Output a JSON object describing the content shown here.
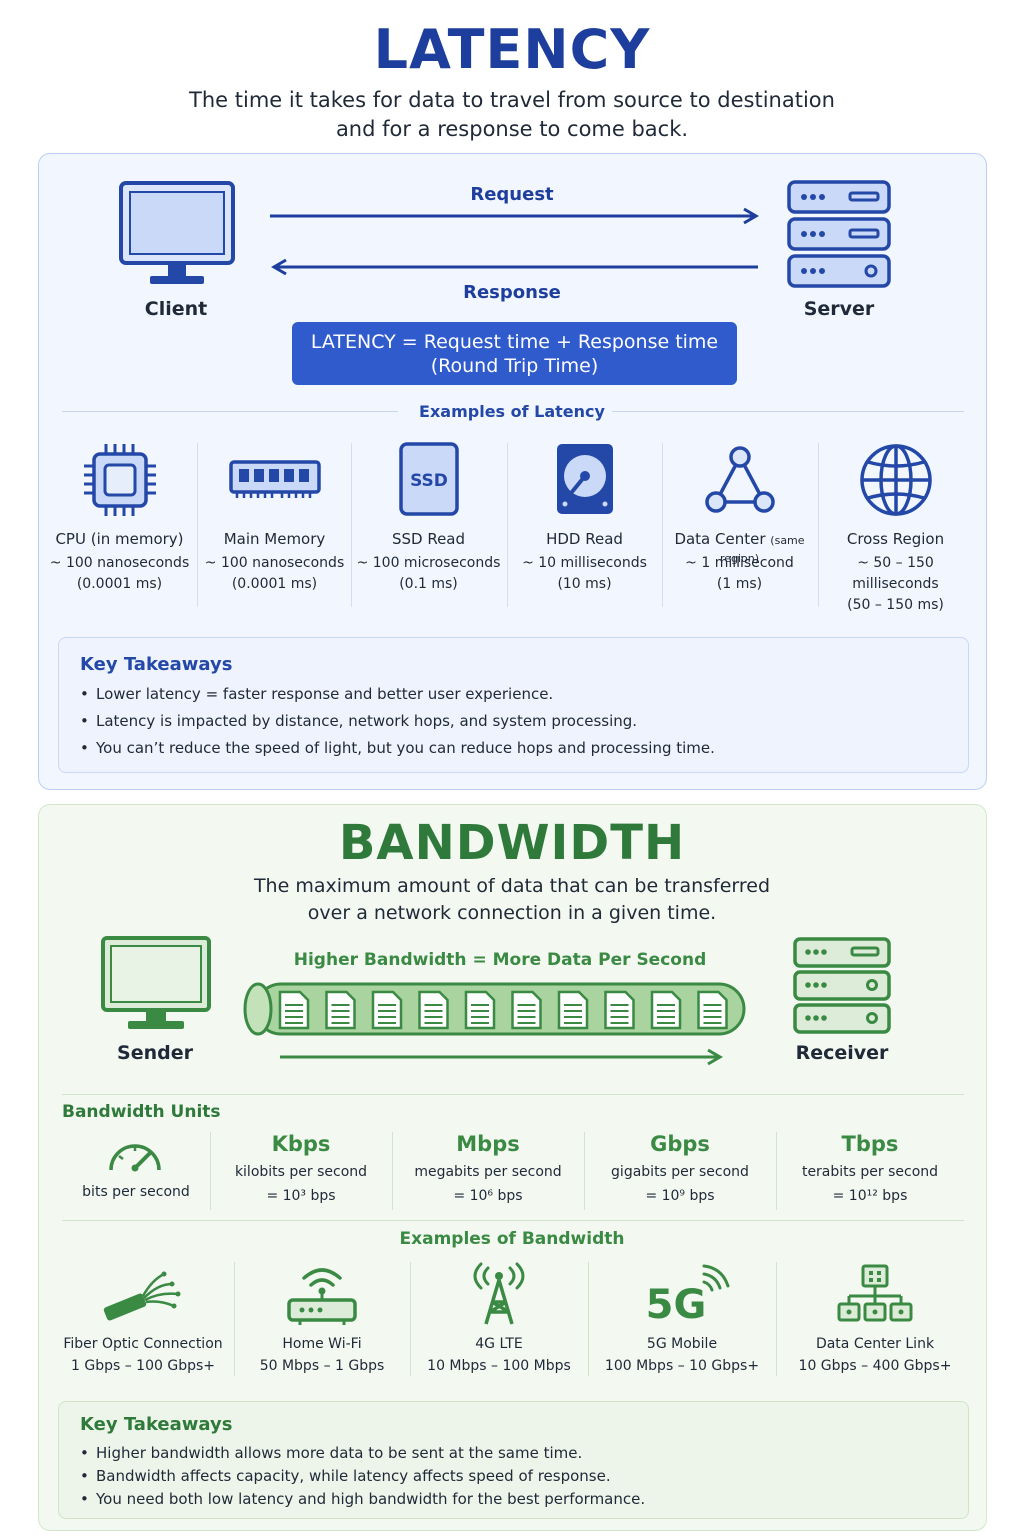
{
  "latency": {
    "title": "LATENCY",
    "subtitle_line1": "The time it takes for data to travel from source to destination",
    "subtitle_line2": "and for a response to come back.",
    "client_label": "Client",
    "server_label": "Server",
    "request_label": "Request",
    "response_label": "Response",
    "formula_line1": "LATENCY = Request time + Response time",
    "formula_line2": "(Round Trip Time)",
    "examples_heading": "Examples of Latency",
    "examples": [
      {
        "name": "CPU (in memory)",
        "line1": "~ 100 nanoseconds",
        "line2": "(0.0001 ms)",
        "line3": ""
      },
      {
        "name": "Main Memory",
        "line1": "~ 100 nanoseconds",
        "line2": "(0.0001 ms)",
        "line3": ""
      },
      {
        "name": "SSD Read",
        "line1": "~ 100 microseconds",
        "line2": "(0.1 ms)",
        "line3": ""
      },
      {
        "name": "HDD Read",
        "line1": "~ 10 milliseconds",
        "line2": "(10 ms)",
        "line3": ""
      },
      {
        "name": "Data Center",
        "name_suffix": "(same region)",
        "line1": "~ 1 millisecond",
        "line2": "(1 ms)",
        "line3": ""
      },
      {
        "name": "Cross Region",
        "line1": "~ 50 – 150",
        "line2": "milliseconds",
        "line3": "(50 – 150 ms)"
      }
    ],
    "ssd_icon_text": "SSD",
    "takeaways_heading": "Key Takeaways",
    "takeaways": [
      "Lower latency = faster response and better user experience.",
      "Latency is impacted by distance, network hops, and system processing.",
      "You can’t reduce the speed of light, but you can reduce hops and processing time."
    ],
    "colors": {
      "primary": "#1d3e9c",
      "accent": "#2f5bcd",
      "panel": "#f2f6fe"
    }
  },
  "bandwidth": {
    "title": "BANDWIDTH",
    "subtitle_line1": "The maximum amount of data that can be transferred",
    "subtitle_line2": "over a network connection in a given time.",
    "tagline": "Higher Bandwidth = More Data Per Second",
    "sender_label": "Sender",
    "receiver_label": "Receiver",
    "units_heading": "Bandwidth Units",
    "base_unit": "bits per second",
    "units": [
      {
        "abbr": "Kbps",
        "full": "kilobits per second",
        "eq": "= 10³ bps"
      },
      {
        "abbr": "Mbps",
        "full": "megabits per second",
        "eq": "= 10⁶ bps"
      },
      {
        "abbr": "Gbps",
        "full": "gigabits per second",
        "eq": "= 10⁹ bps"
      },
      {
        "abbr": "Tbps",
        "full": "terabits per second",
        "eq": "= 10¹² bps"
      }
    ],
    "examples_heading": "Examples of Bandwidth",
    "examples": [
      {
        "name": "Fiber Optic Connection",
        "range": "1 Gbps – 100 Gbps+"
      },
      {
        "name": "Home Wi-Fi",
        "range": "50 Mbps – 1 Gbps"
      },
      {
        "name": "4G LTE",
        "range": "10 Mbps – 100 Mbps"
      },
      {
        "name": "5G Mobile",
        "range": "100 Mbps – 10 Gbps+"
      },
      {
        "name": "Data Center Link",
        "range": "10 Gbps – 400 Gbps+"
      }
    ],
    "five_g_icon_text": "5G",
    "takeaways_heading": "Key Takeaways",
    "takeaways": [
      "Higher bandwidth allows more data to be sent at the same time.",
      "Bandwidth affects capacity, while latency affects speed of response.",
      "You need both low latency and high bandwidth for the best performance."
    ],
    "colors": {
      "primary": "#2f7a3a",
      "accent": "#3a8a44",
      "panel": "#f3f8f1"
    }
  }
}
